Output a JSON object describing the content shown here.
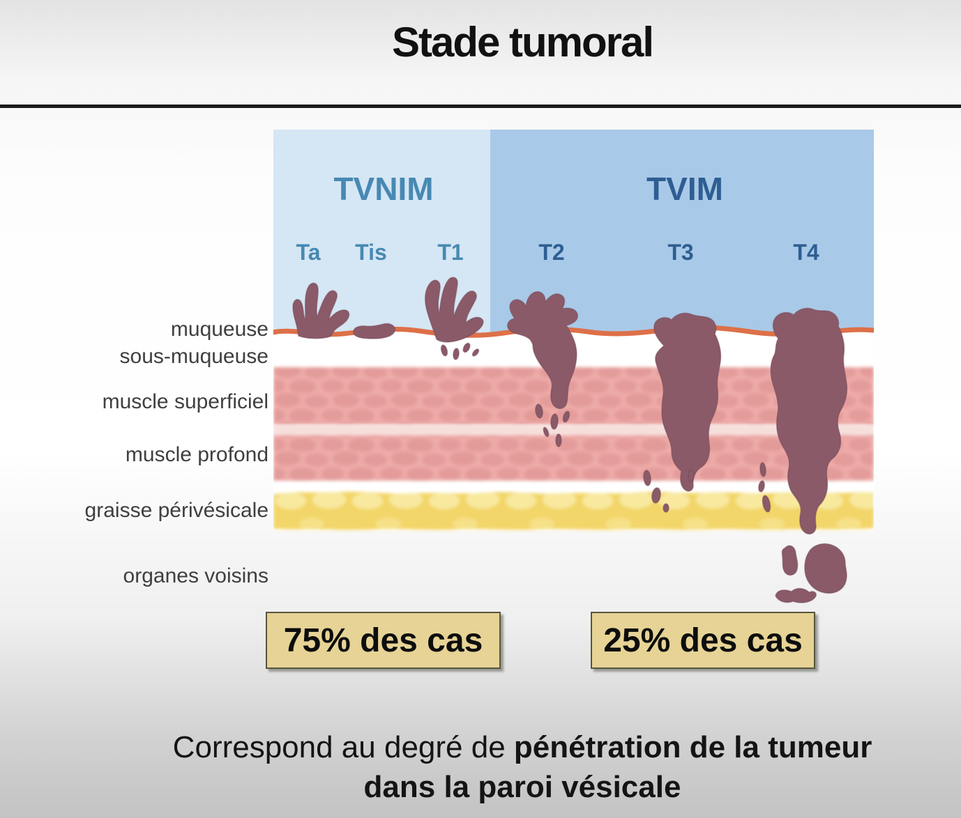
{
  "title": "Stade tumoral",
  "diagram": {
    "group_tvnim": "TVNIM",
    "group_tvim": "TVIM",
    "stages": {
      "ta": "Ta",
      "tis": "Tis",
      "t1": "T1",
      "t2": "T2",
      "t3": "T3",
      "t4": "T4"
    },
    "layers": {
      "muqueuse": "muqueuse",
      "sous_muqueuse": "sous-muqueuse",
      "muscle_superficiel": "muscle superficiel",
      "muscle_profond": "muscle profond",
      "graisse_perivesicale": "graisse périvésicale",
      "organes_voisins": "organes voisins"
    },
    "stat_tvnim": "75% des cas",
    "stat_tvim": "25% des cas"
  },
  "caption": {
    "line1_normal": "Correspond au degré de ",
    "line1_bold": "pénétration de la tumeur",
    "line2_bold": "dans la paroi vésicale"
  },
  "colors": {
    "tvnim_bg": "#d5e6f4",
    "tvim_bg": "#a9c9e8",
    "tvnim_text": "#4789b3",
    "tvim_text": "#2e5e92",
    "mucosa": "#dd7048",
    "muscle_base": "#edaaa7",
    "muscle_dark": "#d98b8b",
    "band": "#f5dcd9",
    "fat_base": "#f3d669",
    "fat_light": "#f9eca8",
    "tumor": "#8a5a68",
    "tumor_dark": "#744655",
    "stat_box_bg": "#e6d395",
    "stat_box_border": "#56553f",
    "title_color": "#111111",
    "label_color": "#3f3f3f",
    "caption_color": "#141414",
    "divider": "#1c1c1c"
  }
}
